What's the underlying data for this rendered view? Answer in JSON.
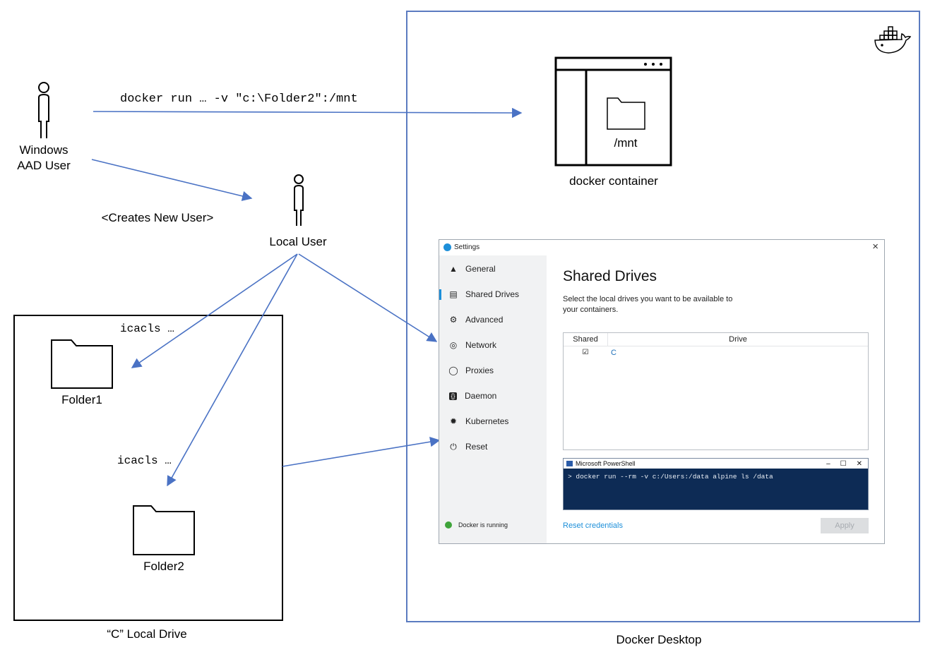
{
  "diagram": {
    "windows_user": {
      "line1": "Windows",
      "line2": "AAD User"
    },
    "command": "docker run … -v \"c:\\Folder2\":/mnt",
    "creates_new_user": "<Creates New User>",
    "local_user": "Local User",
    "local_drive": {
      "label": "“C” Local Drive",
      "icacls_1": "icacls …",
      "icacls_2": "icacls …",
      "folder1": "Folder1",
      "folder2": "Folder2"
    },
    "docker_desktop": {
      "label": "Docker Desktop",
      "container": {
        "mount": "/mnt",
        "label": "docker container"
      }
    }
  },
  "settings_window": {
    "title": "Settings",
    "close": "×",
    "nav": [
      {
        "label": "General",
        "icon": "whale-icon"
      },
      {
        "label": "Shared Drives",
        "icon": "drive-icon"
      },
      {
        "label": "Advanced",
        "icon": "gear-icon"
      },
      {
        "label": "Network",
        "icon": "network-icon"
      },
      {
        "label": "Proxies",
        "icon": "proxy-icon"
      },
      {
        "label": "Daemon",
        "icon": "daemon-icon"
      },
      {
        "label": "Kubernetes",
        "icon": "kubernetes-icon"
      },
      {
        "label": "Reset",
        "icon": "power-icon"
      }
    ],
    "active_nav": "Shared Drives",
    "status": "Docker is running",
    "status_color": "#3fa43a",
    "heading": "Shared Drives",
    "description_1": "Select the local drives you want to be available to",
    "description_2": "your containers.",
    "table": {
      "headers": [
        "Shared",
        "Drive"
      ],
      "rows": [
        {
          "shared": true,
          "drive": "C"
        }
      ]
    },
    "powershell": {
      "title": "Microsoft PowerShell",
      "command": "> docker run --rm -v c:/Users:/data alpine ls /data"
    },
    "reset_credentials": "Reset credentials",
    "apply": "Apply"
  },
  "colors": {
    "arrow": "#4a72c4",
    "docker_border": "#5b7bc0",
    "accent": "#1d8fd9",
    "powershell_bg": "#0d2b55"
  }
}
